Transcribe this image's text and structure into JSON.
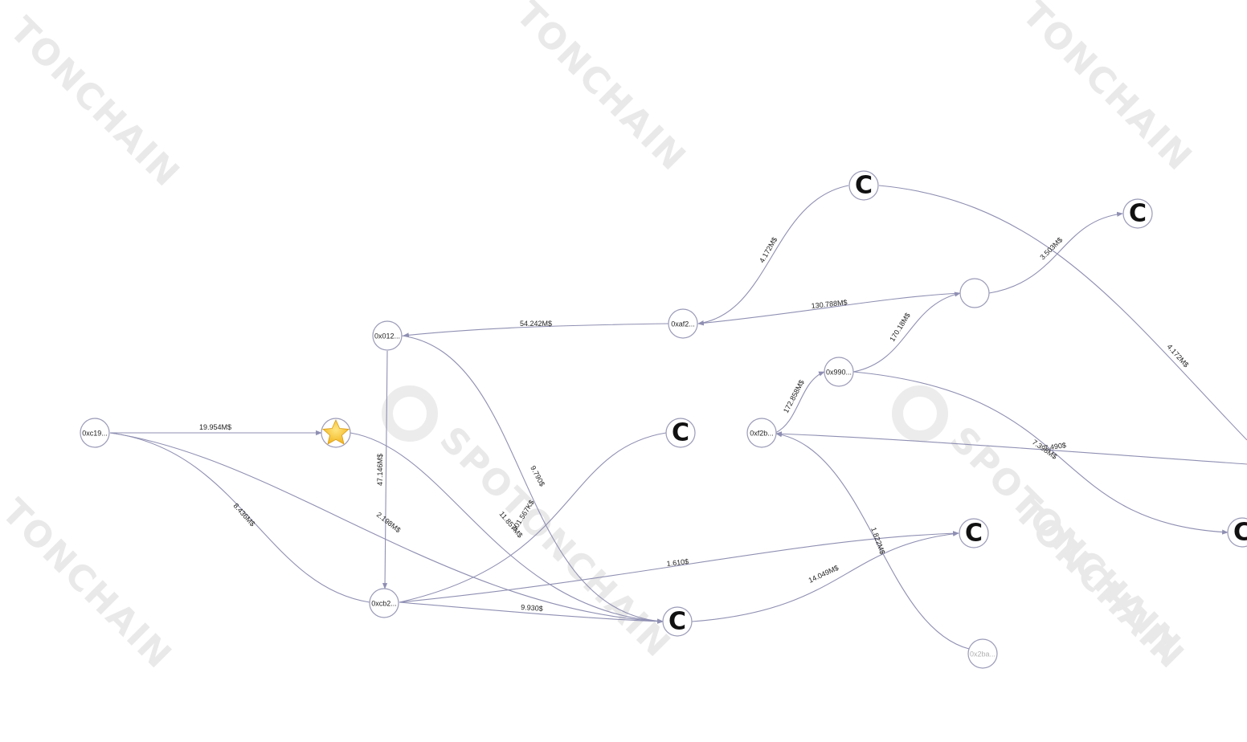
{
  "watermark": {
    "text": "TONCHAIN",
    "brand_text": "SPOTONCHAIN"
  },
  "colors": {
    "edge": "#8f8fb3",
    "node_border": "#9a9ab8",
    "star": "#f7c531",
    "watermark": "#e9e9e9"
  },
  "nodes": {
    "n_xc19": {
      "label": "0xc19...",
      "icon": ""
    },
    "n_star": {
      "label": "",
      "icon": "star-icon"
    },
    "n_x012": {
      "label": "0x012...",
      "icon": ""
    },
    "n_xcb2": {
      "label": "0xcb2...",
      "icon": ""
    },
    "n_c_mid": {
      "label": "C",
      "icon": "c-entity-icon"
    },
    "n_c_bottom": {
      "label": "C",
      "icon": "c-entity-icon"
    },
    "n_xaf2": {
      "label": "0xaf2...",
      "icon": ""
    },
    "n_c_top": {
      "label": "C",
      "icon": "c-entity-icon"
    },
    "n_blank": {
      "label": "",
      "icon": ""
    },
    "n_c_topright": {
      "label": "C",
      "icon": "c-entity-icon"
    },
    "n_x990": {
      "label": "0x990...",
      "icon": ""
    },
    "n_xf2b": {
      "label": "0xf2b...",
      "icon": ""
    },
    "n_c_right1": {
      "label": "C",
      "icon": "c-entity-icon"
    },
    "n_c_edge": {
      "label": "C",
      "icon": "c-entity-icon"
    },
    "n_x2ba": {
      "label": "0x2ba...",
      "icon": ""
    }
  },
  "edges": {
    "e1": "19.954M$",
    "e2": "8.436M$",
    "e3": "2.198M$",
    "e4": "11.857M$",
    "e5": "47.146M$",
    "e6": "9.790$",
    "e7": "54.242M$",
    "e8": "4.172M$",
    "e9": "130.788M$",
    "e10": "3.503M$",
    "e11": "4.172M$",
    "e12": "170.18M$",
    "e13": "172.858M$",
    "e14": "7.490$",
    "e15": "7.398M$",
    "e16": "1.822M$",
    "e17": "1.610$",
    "e18": "9.930$",
    "e19": "501.567K$",
    "e20": "14.049M$"
  }
}
